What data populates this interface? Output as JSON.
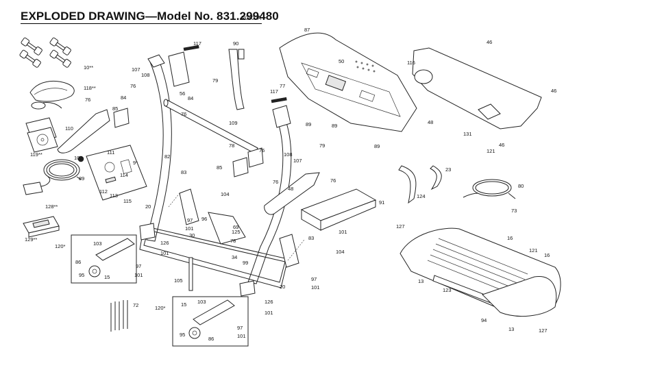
{
  "header": {
    "title": "EXPLODED DRAWING—Model No. 831.299480",
    "code": "R0800A"
  },
  "callouts": [
    {
      "id": "c10",
      "text": "10**"
    },
    {
      "id": "c118",
      "text": "118**"
    },
    {
      "id": "c76a",
      "text": "76"
    },
    {
      "id": "c110",
      "text": "110"
    },
    {
      "id": "c119",
      "text": "119**"
    },
    {
      "id": "c128",
      "text": "128**"
    },
    {
      "id": "c129",
      "text": "129**"
    },
    {
      "id": "c85a",
      "text": "85"
    },
    {
      "id": "c107a",
      "text": "107"
    },
    {
      "id": "c108a",
      "text": "108"
    },
    {
      "id": "c76b",
      "text": "76"
    },
    {
      "id": "c84a",
      "text": "84"
    },
    {
      "id": "c56",
      "text": "56"
    },
    {
      "id": "c84b",
      "text": "84"
    },
    {
      "id": "c76c",
      "text": "76"
    },
    {
      "id": "c117a",
      "text": "117"
    },
    {
      "id": "c79a",
      "text": "79"
    },
    {
      "id": "c90",
      "text": "90"
    },
    {
      "id": "c111",
      "text": "111"
    },
    {
      "id": "c102",
      "text": "102"
    },
    {
      "id": "c9",
      "text": "9*"
    },
    {
      "id": "c82",
      "text": "82"
    },
    {
      "id": "c89a",
      "text": "89"
    },
    {
      "id": "c114",
      "text": "114"
    },
    {
      "id": "c112",
      "text": "112"
    },
    {
      "id": "c113",
      "text": "113"
    },
    {
      "id": "c115",
      "text": "115"
    },
    {
      "id": "c83a",
      "text": "83"
    },
    {
      "id": "c104a",
      "text": "104"
    },
    {
      "id": "c20a",
      "text": "20"
    },
    {
      "id": "c109",
      "text": "109"
    },
    {
      "id": "c117b",
      "text": "117"
    },
    {
      "id": "c77",
      "text": "77"
    },
    {
      "id": "c87",
      "text": "87"
    },
    {
      "id": "c50",
      "text": "50"
    },
    {
      "id": "c89b",
      "text": "89"
    },
    {
      "id": "c89c",
      "text": "89"
    },
    {
      "id": "c89d",
      "text": "89"
    },
    {
      "id": "c79b",
      "text": "79"
    },
    {
      "id": "c78a",
      "text": "78"
    },
    {
      "id": "c76d",
      "text": "76"
    },
    {
      "id": "c85b",
      "text": "85"
    },
    {
      "id": "c108b",
      "text": "108"
    },
    {
      "id": "c107b",
      "text": "107"
    },
    {
      "id": "c76e",
      "text": "76"
    },
    {
      "id": "c48a",
      "text": "48"
    },
    {
      "id": "c76f",
      "text": "76"
    },
    {
      "id": "c91",
      "text": "91"
    },
    {
      "id": "c101a",
      "text": "101"
    },
    {
      "id": "c83b",
      "text": "83"
    },
    {
      "id": "c104b",
      "text": "104"
    },
    {
      "id": "c97a",
      "text": "97"
    },
    {
      "id": "c96",
      "text": "96"
    },
    {
      "id": "c101b",
      "text": "101"
    },
    {
      "id": "c69",
      "text": "69"
    },
    {
      "id": "c125",
      "text": "125"
    },
    {
      "id": "c30",
      "text": "30"
    },
    {
      "id": "c78b",
      "text": "78"
    },
    {
      "id": "c34",
      "text": "34"
    },
    {
      "id": "c99",
      "text": "99"
    },
    {
      "id": "c126a",
      "text": "126"
    },
    {
      "id": "c101c",
      "text": "101"
    },
    {
      "id": "c120a",
      "text": "120*"
    },
    {
      "id": "c103a",
      "text": "103"
    },
    {
      "id": "c86a",
      "text": "86"
    },
    {
      "id": "c97b",
      "text": "97"
    },
    {
      "id": "c95a",
      "text": "95"
    },
    {
      "id": "c15a",
      "text": "15"
    },
    {
      "id": "c101d",
      "text": "101"
    },
    {
      "id": "c105",
      "text": "105"
    },
    {
      "id": "c97c",
      "text": "97"
    },
    {
      "id": "c101e",
      "text": "101"
    },
    {
      "id": "c20b",
      "text": "20"
    },
    {
      "id": "c126b",
      "text": "126"
    },
    {
      "id": "c101f",
      "text": "101"
    },
    {
      "id": "c72",
      "text": "72"
    },
    {
      "id": "c120b",
      "text": "120*"
    },
    {
      "id": "c15b",
      "text": "15"
    },
    {
      "id": "c103b",
      "text": "103"
    },
    {
      "id": "c97d",
      "text": "97"
    },
    {
      "id": "c95b",
      "text": "95"
    },
    {
      "id": "c86b",
      "text": "86"
    },
    {
      "id": "c101g",
      "text": "101"
    },
    {
      "id": "c46a",
      "text": "46"
    },
    {
      "id": "c116",
      "text": "116"
    },
    {
      "id": "c46b",
      "text": "46"
    },
    {
      "id": "c48b",
      "text": "48"
    },
    {
      "id": "c131",
      "text": "131"
    },
    {
      "id": "c46c",
      "text": "46"
    },
    {
      "id": "c121a",
      "text": "121"
    },
    {
      "id": "c23",
      "text": "23"
    },
    {
      "id": "c124",
      "text": "124"
    },
    {
      "id": "c80",
      "text": "80"
    },
    {
      "id": "c73",
      "text": "73"
    },
    {
      "id": "c127a",
      "text": "127"
    },
    {
      "id": "c16a",
      "text": "16"
    },
    {
      "id": "c121b",
      "text": "121"
    },
    {
      "id": "c16b",
      "text": "16"
    },
    {
      "id": "c13a",
      "text": "13"
    },
    {
      "id": "c123",
      "text": "123"
    },
    {
      "id": "c94",
      "text": "94"
    },
    {
      "id": "c13b",
      "text": "13"
    },
    {
      "id": "c127b",
      "text": "127"
    }
  ]
}
